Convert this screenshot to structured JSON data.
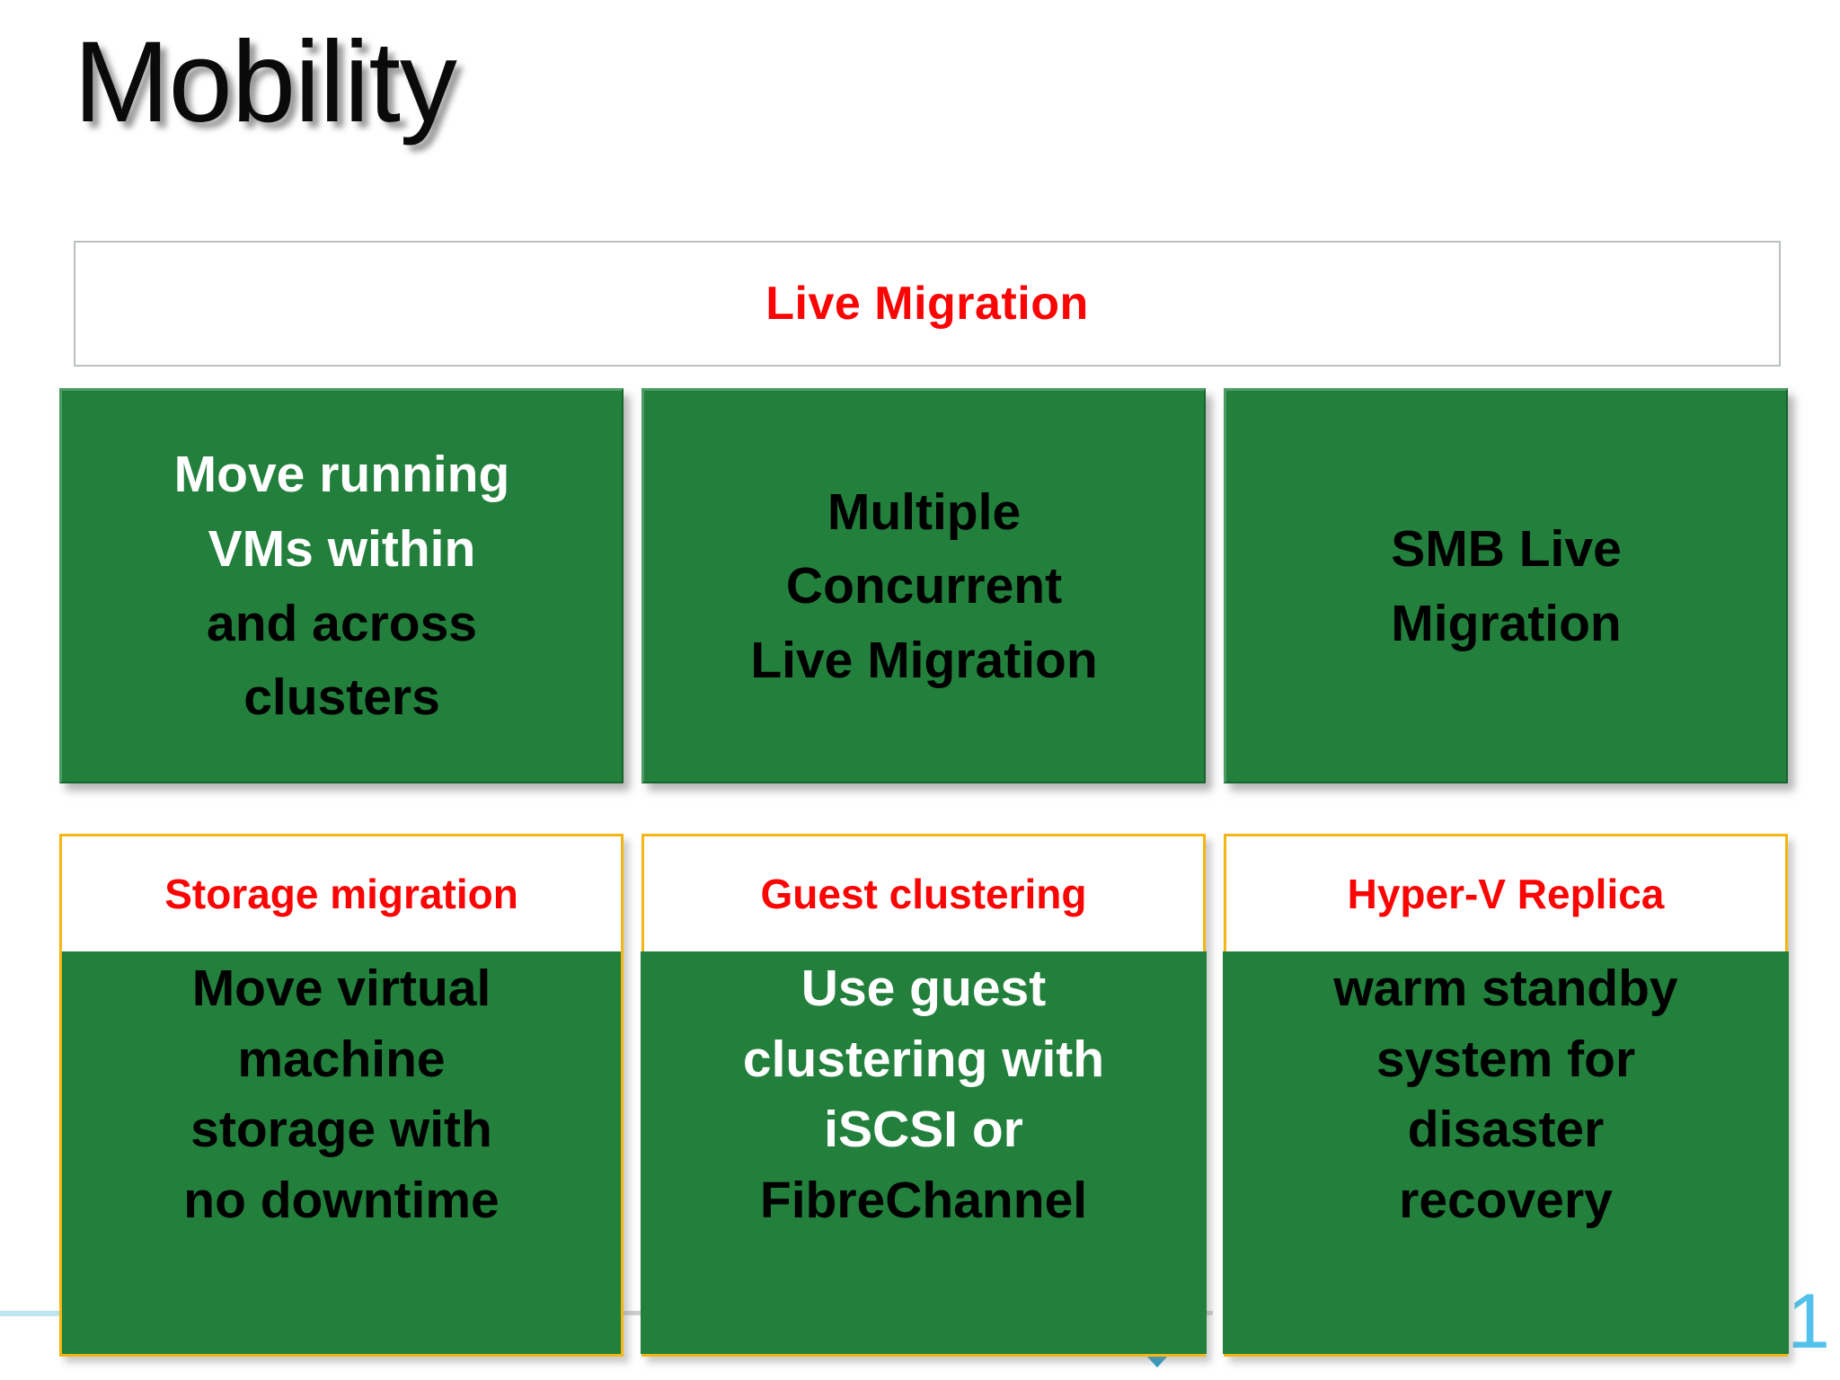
{
  "slide": {
    "title": "Mobility",
    "colors": {
      "green": "#22803C",
      "red": "#FB0404",
      "gold": "#F3B614",
      "cyan": "#35B7E8",
      "gray_border": "#B9BFBE"
    }
  },
  "live_migration_bar": {
    "label": "Live Migration"
  },
  "top_cards": [
    {
      "name": "move-running-vms",
      "lines": [
        {
          "text": "Move running",
          "color": "white"
        },
        {
          "text": "VMs within",
          "color": "white"
        },
        {
          "text": "and across",
          "color": "black"
        },
        {
          "text": "clusters",
          "color": "black"
        }
      ]
    },
    {
      "name": "multiple-concurrent-live-migration",
      "lines": [
        {
          "text": "Multiple",
          "color": "black"
        },
        {
          "text": "Concurrent",
          "color": "black"
        },
        {
          "text": "Live Migration",
          "color": "black"
        }
      ]
    },
    {
      "name": "smb-live-migration",
      "lines": [
        {
          "text": "SMB Live",
          "color": "black"
        },
        {
          "text": "Migration",
          "color": "black"
        }
      ]
    }
  ],
  "bottom_cards": [
    {
      "name": "storage-migration",
      "header": "Storage migration",
      "lines": [
        {
          "text": "Move virtual",
          "color": "black"
        },
        {
          "text": "machine",
          "color": "black"
        },
        {
          "text": "storage with",
          "color": "black"
        },
        {
          "text": "no downtime",
          "color": "black"
        }
      ]
    },
    {
      "name": "guest-clustering",
      "header": "Guest clustering",
      "lines": [
        {
          "text": "Use guest",
          "color": "white"
        },
        {
          "text": "clustering with",
          "color": "white"
        },
        {
          "text": "iSCSI or",
          "color": "white"
        },
        {
          "text": "FibreChannel",
          "color": "black"
        }
      ]
    },
    {
      "name": "hyper-v-replica",
      "header": "Hyper-V Replica",
      "lines": [
        {
          "text": "warm standby",
          "color": "black"
        },
        {
          "text": "system for",
          "color": "black"
        },
        {
          "text": "disaster",
          "color": "black"
        },
        {
          "text": "recovery",
          "color": "black"
        }
      ]
    }
  ],
  "decorations": {
    "binary_text": "011",
    "ghost_text": ""
  }
}
